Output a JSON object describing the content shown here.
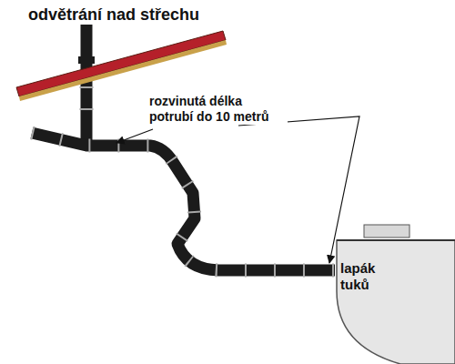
{
  "diagram": {
    "title": "odvětrání nad střechu",
    "nodes": [
      {
        "text": [
          "lapák tuků"
        ]
      }
    ],
    "labels": [
      "rozvinutá délka potrubí do 10 metrů"
    ]
  }
}
